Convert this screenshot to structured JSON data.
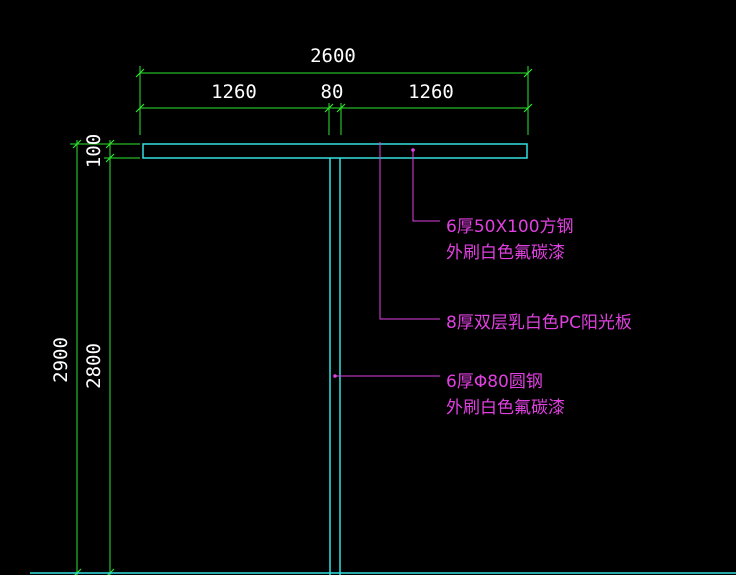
{
  "dimensions": {
    "total_width": "2600",
    "left_span": "1260",
    "post_width": "80",
    "right_span": "1260",
    "beam_height": "100",
    "total_height": "2900",
    "post_height": "2800"
  },
  "annotations": [
    {
      "line1": "6厚50X100方钢",
      "line2": "外刷白色氟碳漆"
    },
    {
      "line1": "8厚双层乳白色PC阳光板",
      "line2": ""
    },
    {
      "line1": "6厚Φ80圆钢",
      "line2": "外刷白色氟碳漆"
    }
  ],
  "colors": {
    "background": "#000000",
    "dimension_lines": "#2ee62e",
    "structure": "#33e0e0",
    "annotation": "#e040e0",
    "dimension_text": "#ffffff"
  }
}
